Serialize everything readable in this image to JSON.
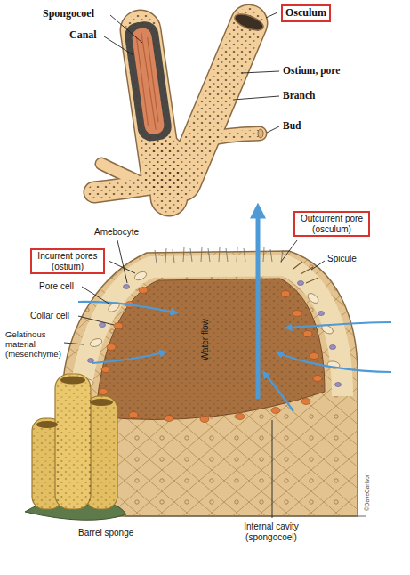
{
  "diagram": {
    "nodes": [
      {
        "text": [
          "Osculum"
        ]
      },
      {
        "text": [
          "Outcurrent pore (osculum)"
        ]
      },
      {
        "text": [
          "Incurrent pores (ostium)"
        ]
      }
    ],
    "labels": [
      "Spongocoel",
      "Canal",
      "Ostium, pore",
      "Branch",
      "Bud",
      "Amebocyte",
      "Spicule",
      "Pore cell",
      "Collar cell",
      "Gelatinous material (mesenchyme)",
      "Water flow",
      "Barrel sponge",
      "Internal cavity (spongocoel)",
      "©DaveCarlson"
    ]
  }
}
